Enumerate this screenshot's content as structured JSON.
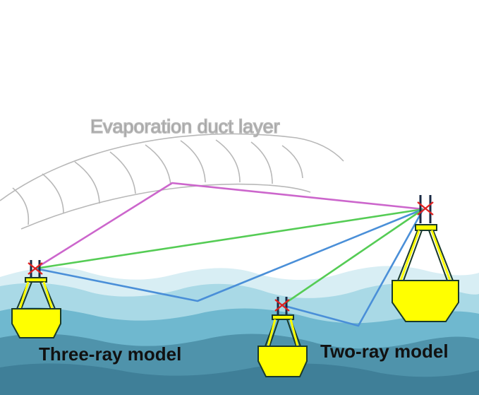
{
  "diagram": {
    "duct_label": "Evaporation duct layer",
    "three_ray_label": "Three-ray model",
    "two_ray_label": "Two-ray model"
  },
  "colors": {
    "duct_line": "#b8b8b8",
    "ray_ducted": "#cc66cc",
    "ray_direct": "#55cc55",
    "ray_reflected": "#4a8fd8",
    "buoy_body": "#ffff00",
    "buoy_frame": "#1a3a2a",
    "antenna_dark": "#1a2a44",
    "antenna_red": "#e02020",
    "sea_1": "#d8eef4",
    "sea_2": "#a9d9e6",
    "sea_3": "#6fb8cf",
    "sea_4": "#4f93ab",
    "sea_5": "#3f7f98"
  },
  "icons": [
    "buoy-icon",
    "antenna-icon"
  ]
}
